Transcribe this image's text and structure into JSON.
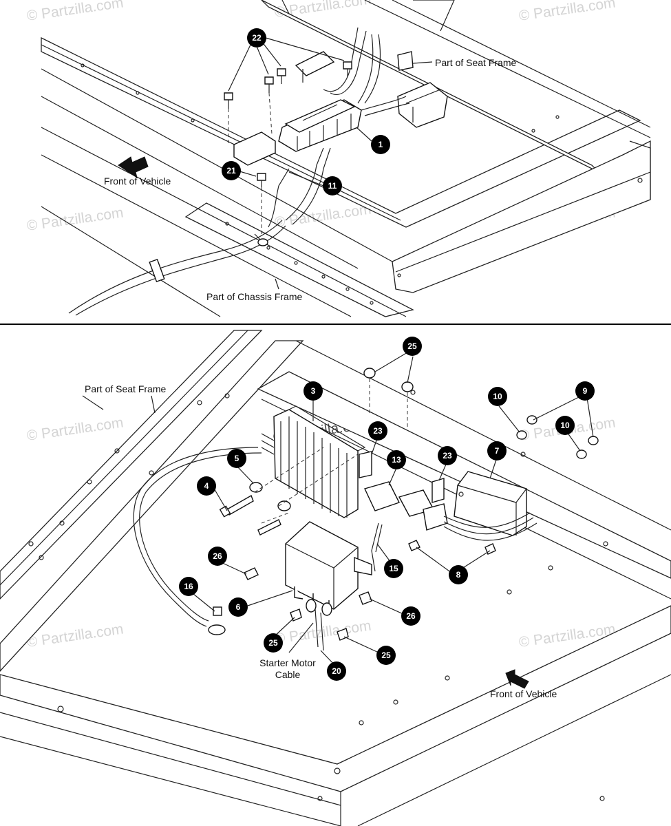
{
  "watermark": {
    "text": "© Partzilla.com"
  },
  "top_panel": {
    "labels": {
      "seat_frame": "Part of Seat Frame",
      "front_vehicle": "Front of Vehicle",
      "chassis_frame": "Part of Chassis Frame"
    },
    "callouts": {
      "c22": "22",
      "c1": "1",
      "c21": "21",
      "c11": "11"
    }
  },
  "bottom_panel": {
    "labels": {
      "seat_frame": "Part of Seat Frame",
      "starter_cable_line1": "Starter Motor",
      "starter_cable_line2": "Cable",
      "front_vehicle": "Front of Vehicle"
    },
    "callouts": {
      "c25a": "25",
      "c3": "3",
      "c10a": "10",
      "c9": "9",
      "c10b": "10",
      "c23a": "23",
      "c23b": "23",
      "c7": "7",
      "c5": "5",
      "c13": "13",
      "c4": "4",
      "c15": "15",
      "c8": "8",
      "c26a": "26",
      "c16": "16",
      "c6": "6",
      "c26b": "26",
      "c25b": "25",
      "c20": "20",
      "c25c": "25"
    }
  }
}
